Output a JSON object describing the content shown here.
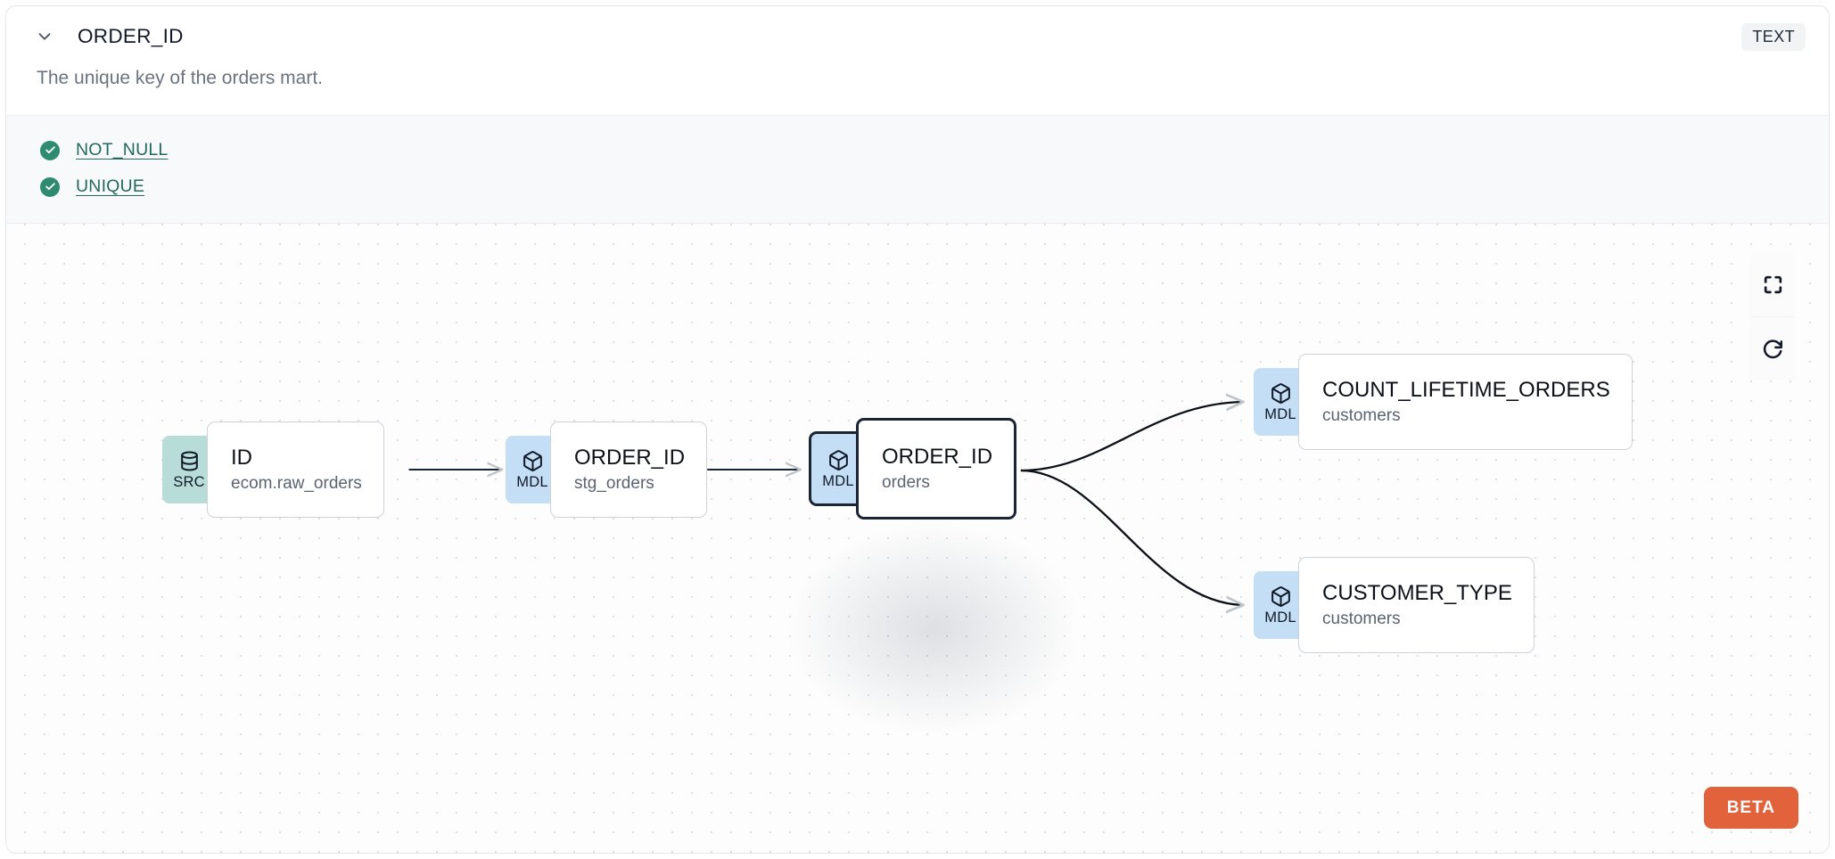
{
  "header": {
    "collapse_icon": "chevron-down-icon",
    "column_name": "ORDER_ID",
    "data_type": "TEXT"
  },
  "description": "The unique key of the orders mart.",
  "tests": {
    "items": [
      {
        "status_icon": "check-circle-icon",
        "label": "NOT_NULL",
        "status": "passed"
      },
      {
        "status_icon": "check-circle-icon",
        "label": "UNIQUE",
        "status": "passed"
      }
    ]
  },
  "lineage": {
    "nodes": [
      {
        "id": "src-id",
        "badge": "SRC",
        "badge_icon": "database-icon",
        "name": "ID",
        "subtitle": "ecom.raw_orders",
        "selected": false
      },
      {
        "id": "mdl-stg-order-id",
        "badge": "MDL",
        "badge_icon": "cube-icon",
        "name": "ORDER_ID",
        "subtitle": "stg_orders",
        "selected": false
      },
      {
        "id": "mdl-orders-order-id",
        "badge": "MDL",
        "badge_icon": "cube-icon",
        "name": "ORDER_ID",
        "subtitle": "orders",
        "selected": true
      },
      {
        "id": "mdl-count-lifetime-orders",
        "badge": "MDL",
        "badge_icon": "cube-icon",
        "name": "COUNT_LIFETIME_ORDERS",
        "subtitle": "customers",
        "selected": false
      },
      {
        "id": "mdl-customer-type",
        "badge": "MDL",
        "badge_icon": "cube-icon",
        "name": "CUSTOMER_TYPE",
        "subtitle": "customers",
        "selected": false
      }
    ],
    "controls": [
      {
        "id": "fit-view",
        "icon": "fit-view-icon",
        "label": "Fit view"
      },
      {
        "id": "reload",
        "icon": "refresh-icon",
        "label": "Reload"
      }
    ],
    "beta_label": "BETA"
  },
  "colors": {
    "src_badge": "#b8ddd8",
    "mdl_badge": "#c3def5",
    "test_pass": "#2e8b6f",
    "test_link": "#24695f",
    "beta": "#e2623c",
    "selected_border": "#1b2433"
  }
}
